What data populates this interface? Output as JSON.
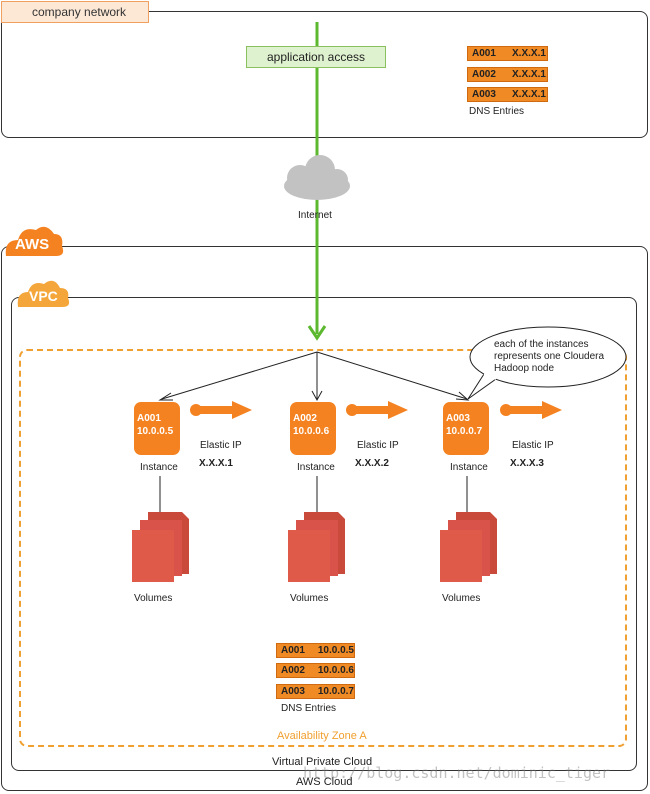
{
  "company_network": {
    "tag": "company network",
    "app_access": "application access",
    "dns_entries": [
      {
        "name": "A001",
        "value": "X.X.X.1"
      },
      {
        "name": "A002",
        "value": "X.X.X.1"
      },
      {
        "name": "A003",
        "value": "X.X.X.1"
      }
    ],
    "dns_caption": "DNS Entries"
  },
  "internet_label": "Internet",
  "aws": {
    "tag": "AWS",
    "caption": "AWS Cloud"
  },
  "vpc": {
    "tag": "VPC",
    "caption": "Virtual Private Cloud"
  },
  "availability_zone": "Availability Zone A",
  "callout": "each of the instances represents one Cloudera Hadoop node",
  "instances": [
    {
      "id": "A001",
      "ip": "10.0.0.5",
      "label": "Instance",
      "elastic_ip_label": "Elastic IP",
      "elastic_ip": "X.X.X.1",
      "volumes_label": "Volumes"
    },
    {
      "id": "A002",
      "ip": "10.0.0.6",
      "label": "Instance",
      "elastic_ip_label": "Elastic IP",
      "elastic_ip": "X.X.X.2",
      "volumes_label": "Volumes"
    },
    {
      "id": "A003",
      "ip": "10.0.0.7",
      "label": "Instance",
      "elastic_ip_label": "Elastic IP",
      "elastic_ip": "X.X.X.3",
      "volumes_label": "Volumes"
    }
  ],
  "internal_dns": [
    {
      "name": "A001",
      "value": "10.0.0.5"
    },
    {
      "name": "A002",
      "value": "10.0.0.6"
    },
    {
      "name": "A003",
      "value": "10.0.0.7"
    }
  ],
  "internal_dns_caption": "DNS Entries",
  "watermark": "http://blog.csdn.net/dominic_tiger",
  "colors": {
    "aws_orange": "#f58220",
    "green_link": "#5cb82e",
    "dns_orange": "#f08a24",
    "az_dash": "#f0a030",
    "volume_red": "#e05a4a"
  }
}
